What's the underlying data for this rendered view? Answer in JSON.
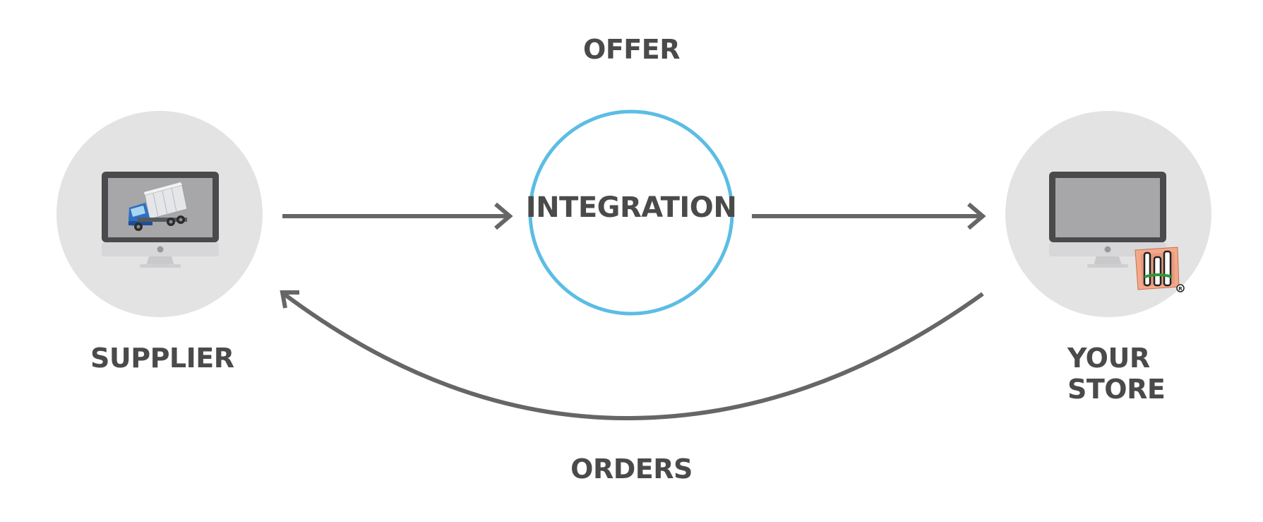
{
  "diagram": {
    "top_label": "OFFER",
    "bottom_label": "ORDERS",
    "center_label": "INTEGRATION",
    "left_node": {
      "label": "SUPPLIER",
      "icon": "delivery-truck-icon"
    },
    "right_node": {
      "label_line1": "YOUR",
      "label_line2": "STORE",
      "icon": "store-logo-icon"
    },
    "colors": {
      "node_circle": "#e3e3e3",
      "center_ring": "#5bbde4",
      "arrow": "#666666",
      "text": "#4a4a4a",
      "monitor_bezel": "#4a4a4c",
      "monitor_screen": "#a7a6a8"
    }
  }
}
